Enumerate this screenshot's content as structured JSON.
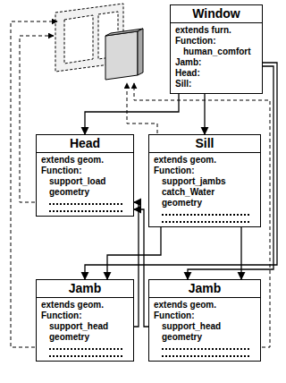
{
  "diagram": {
    "nodes": [
      {
        "text": [
          "Window",
          "extends furn.",
          "Function:",
          "human_comfort",
          "Jamb:",
          "Head:",
          "Sill:"
        ]
      },
      {
        "text": [
          "Head",
          "extends geom.",
          "Function:",
          "support_load",
          "geometry"
        ]
      },
      {
        "text": [
          "Sill",
          "extends geom.",
          "Function:",
          "support_jambs",
          "catch_Water",
          "geometry"
        ]
      },
      {
        "text": [
          "Jamb",
          "extends geom.",
          "Function:",
          "support_head",
          "geometry"
        ]
      },
      {
        "text": [
          "Jamb",
          "extends geom.",
          "Function:",
          "support_head",
          "geometry"
        ]
      }
    ],
    "edges": [
      {
        "from": 0,
        "to": 1,
        "arrow": "to"
      },
      {
        "from": 0,
        "to": 2,
        "arrow": "to"
      },
      {
        "from": 0,
        "to": 3,
        "arrow": "to"
      },
      {
        "from": 0,
        "to": 4,
        "arrow": "to"
      },
      {
        "from": 2,
        "to": 3,
        "arrow": "to"
      },
      {
        "from": 2,
        "to": 4,
        "arrow": "to"
      },
      {
        "from": 3,
        "to": 1,
        "arrow": "to"
      },
      {
        "from": 4,
        "to": 1,
        "arrow": "to"
      }
    ]
  }
}
